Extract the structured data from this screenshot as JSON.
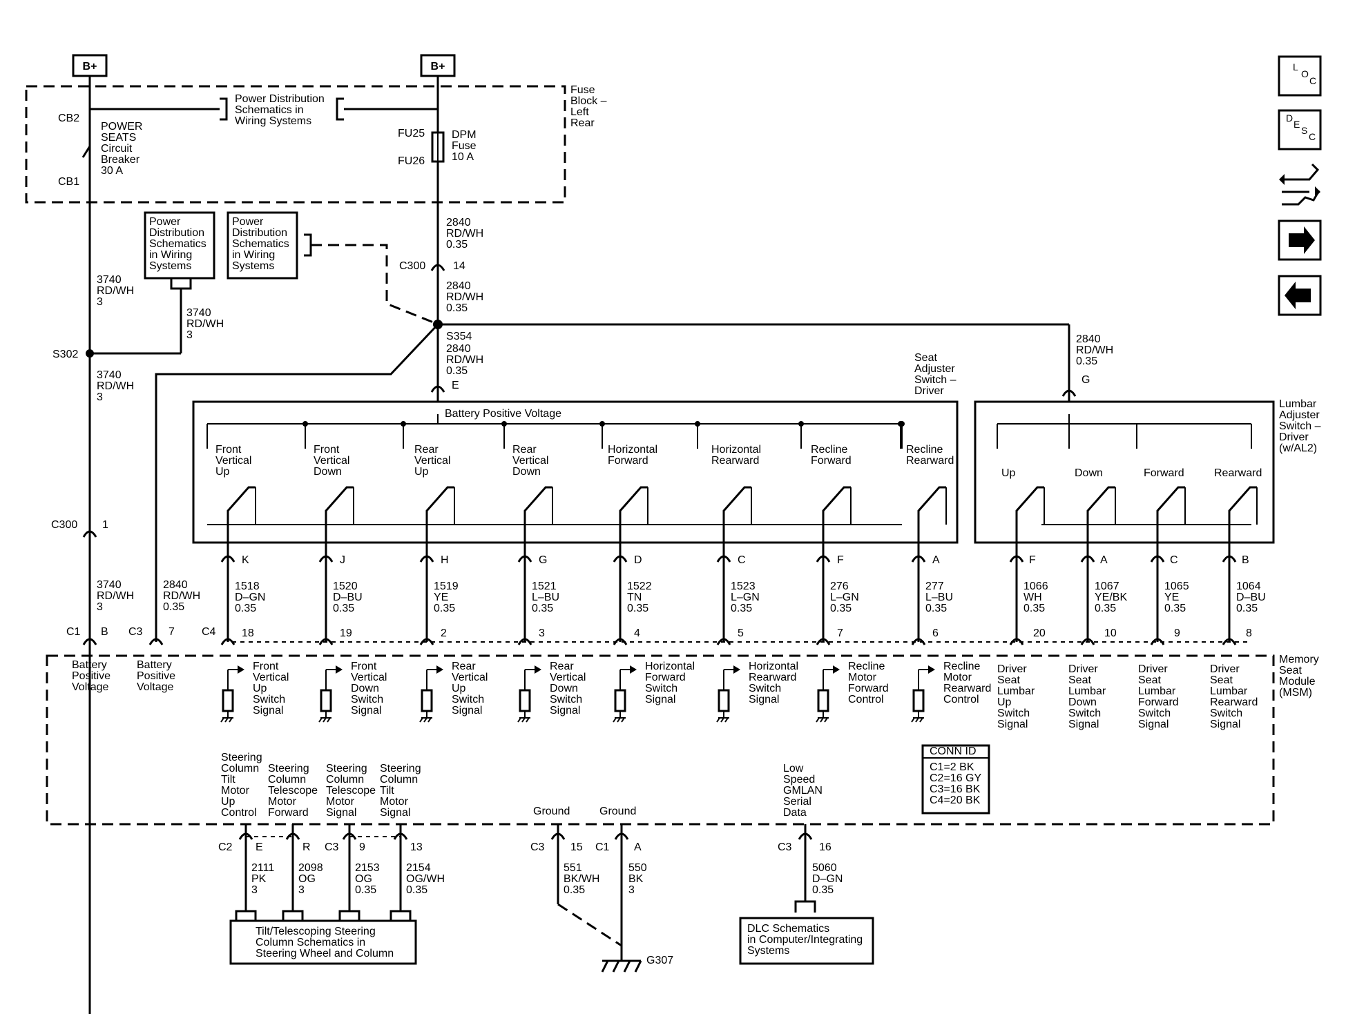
{
  "power_sources": [
    "B+",
    "B+"
  ],
  "fuse_block": {
    "title": [
      "Fuse",
      "Block –",
      "Left",
      "Rear"
    ],
    "cb_top": "CB2",
    "cb_bottom": "CB1",
    "cb_label": [
      "POWER",
      "SEATS",
      "Circuit",
      "Breaker",
      "30 A"
    ],
    "pd_ref": [
      "Power Distribution",
      "Schematics in",
      "Wiring Systems"
    ],
    "fuse_top": "FU25",
    "fuse_bottom": "FU26",
    "fuse_label": [
      "DPM",
      "Fuse",
      "10 A"
    ]
  },
  "pd_boxes": [
    [
      "Power",
      "Distribution",
      "Schematics",
      "in Wiring",
      "Systems"
    ],
    [
      "Power",
      "Distribution",
      "Schematics",
      "in Wiring",
      "Systems"
    ]
  ],
  "wires": {
    "w3740_a": [
      "3740",
      "RD/WH",
      "3"
    ],
    "w3740_b": [
      "3740",
      "RD/WH",
      "3"
    ],
    "w3740_c": [
      "3740",
      "RD/WH",
      "3"
    ],
    "w3740_d": [
      "3740",
      "RD/WH",
      "3"
    ],
    "w2840_a": [
      "2840",
      "RD/WH",
      "0.35"
    ],
    "w2840_b": [
      "2840",
      "RD/WH",
      "0.35"
    ],
    "w2840_c": [
      "2840",
      "RD/WH",
      "0.35"
    ],
    "w2840_d": [
      "2840",
      "RD/WH",
      "0.35"
    ],
    "w2840_e": [
      "2840",
      "RD/WH",
      "0.35"
    ]
  },
  "splices": {
    "s302": "S302",
    "s354": "S354"
  },
  "connectors": {
    "c300_top": {
      "name": "C300",
      "pin": "14"
    },
    "c300_left": {
      "name": "C300",
      "pin": "1"
    },
    "seat_sw_pin": "E",
    "lumbar_pin": "G"
  },
  "seat_switch": {
    "title": [
      "Seat",
      "Adjuster",
      "Switch –",
      "Driver"
    ],
    "bus": "Battery Positive Voltage",
    "switches": [
      {
        "label": [
          "Front",
          "Vertical",
          "Up"
        ],
        "pin": "K",
        "wire": [
          "1518",
          "D–GN",
          "0.35"
        ],
        "c4": "18",
        "input": [
          "Front",
          "Vertical",
          "Up",
          "Switch",
          "Signal"
        ]
      },
      {
        "label": [
          "Front",
          "Vertical",
          "Down"
        ],
        "pin": "J",
        "wire": [
          "1520",
          "D–BU",
          "0.35"
        ],
        "c4": "19",
        "input": [
          "Front",
          "Vertical",
          "Down",
          "Switch",
          "Signal"
        ]
      },
      {
        "label": [
          "Rear",
          "Vertical",
          "Up"
        ],
        "pin": "H",
        "wire": [
          "1519",
          "YE",
          "0.35"
        ],
        "c4": "2",
        "input": [
          "Rear",
          "Vertical",
          "Up",
          "Switch",
          "Signal"
        ]
      },
      {
        "label": [
          "Rear",
          "Vertical",
          "Down"
        ],
        "pin": "G",
        "wire": [
          "1521",
          "L–BU",
          "0.35"
        ],
        "c4": "3",
        "input": [
          "Rear",
          "Vertical",
          "Down",
          "Switch",
          "Signal"
        ]
      },
      {
        "label": [
          "Horizontal",
          "Forward"
        ],
        "pin": "D",
        "wire": [
          "1522",
          "TN",
          "0.35"
        ],
        "c4": "4",
        "input": [
          "Horizontal",
          "Forward",
          "Switch",
          "Signal"
        ]
      },
      {
        "label": [
          "Horizontal",
          "Rearward"
        ],
        "pin": "C",
        "wire": [
          "1523",
          "L–GN",
          "0.35"
        ],
        "c4": "5",
        "input": [
          "Horizontal",
          "Rearward",
          "Switch",
          "Signal"
        ]
      },
      {
        "label": [
          "Recline",
          "Forward"
        ],
        "pin": "F",
        "wire": [
          "276",
          "L–GN",
          "0.35"
        ],
        "c4": "7",
        "input": [
          "Recline",
          "Motor",
          "Forward",
          "Control"
        ]
      },
      {
        "label": [
          "Recline",
          "Rearward"
        ],
        "pin": "A",
        "wire": [
          "277",
          "L–BU",
          "0.35"
        ],
        "c4": "6",
        "input": [
          "Recline",
          "Motor",
          "Rearward",
          "Control"
        ]
      }
    ]
  },
  "lumbar_switch": {
    "title": [
      "Lumbar",
      "Adjuster",
      "Switch –",
      "Driver",
      "(w/AL2)"
    ],
    "switches": [
      {
        "label": "Up",
        "pin": "F",
        "wire": [
          "1066",
          "WH",
          "0.35"
        ],
        "c4": "20",
        "input": [
          "Driver",
          "Seat",
          "Lumbar",
          "Up",
          "Switch",
          "Signal"
        ]
      },
      {
        "label": "Down",
        "pin": "A",
        "wire": [
          "1067",
          "YE/BK",
          "0.35"
        ],
        "c4": "10",
        "input": [
          "Driver",
          "Seat",
          "Lumbar",
          "Down",
          "Switch",
          "Signal"
        ]
      },
      {
        "label": "Forward",
        "pin": "C",
        "wire": [
          "1065",
          "YE",
          "0.35"
        ],
        "c4": "9",
        "input": [
          "Driver",
          "Seat",
          "Lumbar",
          "Forward",
          "Switch",
          "Signal"
        ]
      },
      {
        "label": "Rearward",
        "pin": "B",
        "wire": [
          "1064",
          "D–BU",
          "0.35"
        ],
        "c4": "8",
        "input": [
          "Driver",
          "Seat",
          "Lumbar",
          "Rearward",
          "Switch",
          "Signal"
        ]
      }
    ]
  },
  "msm": {
    "title": [
      "Memory",
      "Seat",
      "Module",
      "(MSM)"
    ],
    "c1_conn": "C1",
    "c1_pin": "B",
    "c3_conn": "C3",
    "c3_pin": "7",
    "c4_conn": "C4",
    "bpv1": [
      "Battery",
      "Positive",
      "Voltage"
    ],
    "bpv2": [
      "Battery",
      "Positive",
      "Voltage"
    ],
    "steering": [
      {
        "label": [
          "Steering",
          "Column",
          "Tilt",
          "Motor",
          "Up",
          "Control"
        ],
        "pin": "E",
        "wire": [
          "2111",
          "PK",
          "3"
        ]
      },
      {
        "label": [
          "Steering",
          "Column",
          "Telescope",
          "Motor",
          "Forward"
        ],
        "pin": "R",
        "wire": [
          "2098",
          "OG",
          "3"
        ]
      },
      {
        "label": [
          "Steering",
          "Column",
          "Telescope",
          "Motor",
          "Signal"
        ],
        "pin": "9",
        "wire": [
          "2153",
          "OG",
          "0.35"
        ]
      },
      {
        "label": [
          "Steering",
          "Column",
          "Tilt",
          "Motor",
          "Signal"
        ],
        "pin": "13",
        "wire": [
          "2154",
          "OG/WH",
          "0.35"
        ]
      }
    ],
    "steer_c2": "C2",
    "steer_c3": "C3",
    "ground1": {
      "label": "Ground",
      "conn": "C3",
      "pin": "15",
      "wire": [
        "551",
        "BK/WH",
        "0.35"
      ]
    },
    "ground2": {
      "label": "Ground",
      "conn": "C1",
      "pin": "A",
      "wire": [
        "550",
        "BK",
        "3"
      ]
    },
    "gmlan": {
      "label": [
        "Low",
        "Speed",
        "GMLAN",
        "Serial",
        "Data"
      ],
      "conn": "C3",
      "pin": "16",
      "wire": [
        "5060",
        "D–GN",
        "0.35"
      ]
    },
    "conn_id_title": "CONN ID",
    "conn_id": [
      "C1=2 BK",
      "C2=16 GY",
      "C3=16 BK",
      "C4=20 BK"
    ]
  },
  "refs": {
    "tilt": [
      "Tilt/Telescoping Steering",
      "Column Schematics in",
      "Steering Wheel and Column"
    ],
    "dlc": [
      "DLC Schematics",
      "in Computer/Integrating",
      "Systems"
    ]
  },
  "ground_point": "G307",
  "nav": {
    "loc": [
      "L",
      "O",
      "C"
    ],
    "desc": [
      "D",
      "E",
      "S",
      "C"
    ]
  }
}
